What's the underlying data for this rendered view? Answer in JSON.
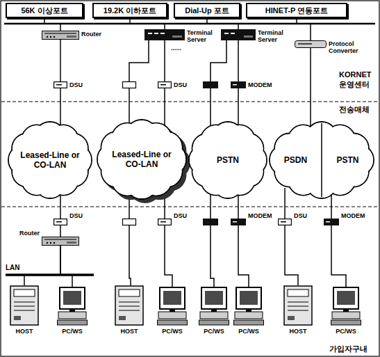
{
  "diagram": {
    "nodes": [
      {
        "text": [
          "56K 이상포트"
        ]
      },
      {
        "text": [
          "19.2K 이하포트"
        ]
      },
      {
        "text": [
          "Dial-Up 포트"
        ]
      },
      {
        "text": [
          "HINET-P 연동포트"
        ]
      },
      {
        "text": [
          "Router"
        ]
      },
      {
        "text": [
          "Terminal Server"
        ]
      },
      {
        "text": [
          "Terminal Server"
        ]
      },
      {
        "text": [
          "Protocol Converter"
        ]
      },
      {
        "text": [
          "DSU"
        ]
      },
      {
        "text": [
          "DSU"
        ]
      },
      {
        "text": [
          "MODEM"
        ]
      },
      {
        "text": [
          "Leased-Line or CO-LAN"
        ]
      },
      {
        "text": [
          "Leased-Line or CO-LAN"
        ]
      },
      {
        "text": [
          "PSTN"
        ]
      },
      {
        "text": [
          "PSDN",
          "PSTN"
        ]
      },
      {
        "text": [
          "DSU"
        ]
      },
      {
        "text": [
          "Router"
        ]
      },
      {
        "text": [
          "HOST"
        ]
      },
      {
        "text": [
          "PC/WS"
        ]
      },
      {
        "text": [
          "DSU"
        ]
      },
      {
        "text": [
          "HOST"
        ]
      },
      {
        "text": [
          "PC/WS"
        ]
      },
      {
        "text": [
          "MODEM"
        ]
      },
      {
        "text": [
          "PC/WS"
        ]
      },
      {
        "text": [
          "PC/WS"
        ]
      },
      {
        "text": [
          "DSU"
        ]
      },
      {
        "text": [
          "MODEM"
        ]
      },
      {
        "text": [
          "HOST"
        ]
      },
      {
        "text": [
          "PC/WS"
        ]
      }
    ],
    "edges": [
      {
        "from": 0,
        "to": 4,
        "arrow": "none"
      },
      {
        "from": 1,
        "to": 5,
        "arrow": "none"
      },
      {
        "from": 2,
        "to": 6,
        "arrow": "none"
      },
      {
        "from": 3,
        "to": 7,
        "arrow": "none"
      },
      {
        "from": 4,
        "to": 8,
        "arrow": "none"
      },
      {
        "from": 8,
        "to": 11,
        "arrow": "none"
      },
      {
        "from": 11,
        "to": 15,
        "arrow": "none"
      },
      {
        "from": 15,
        "to": 16,
        "arrow": "none"
      },
      {
        "from": 16,
        "to": 17,
        "arrow": "none"
      },
      {
        "from": 16,
        "to": 18,
        "arrow": "none"
      },
      {
        "from": 5,
        "to": 9,
        "arrow": "none"
      },
      {
        "from": 9,
        "to": 12,
        "arrow": "none"
      },
      {
        "from": 12,
        "to": 19,
        "arrow": "none"
      },
      {
        "from": 19,
        "to": 21,
        "arrow": "none"
      },
      {
        "from": 6,
        "to": 10,
        "arrow": "none"
      },
      {
        "from": 10,
        "to": 13,
        "arrow": "none"
      },
      {
        "from": 13,
        "to": 22,
        "arrow": "none"
      },
      {
        "from": 22,
        "to": 24,
        "arrow": "none"
      },
      {
        "from": 7,
        "to": 14,
        "arrow": "none"
      },
      {
        "from": 14,
        "to": 25,
        "arrow": "none"
      },
      {
        "from": 14,
        "to": 26,
        "arrow": "none"
      },
      {
        "from": 25,
        "to": 27,
        "arrow": "none"
      },
      {
        "from": 26,
        "to": 28,
        "arrow": "none"
      }
    ],
    "labels": [
      "......",
      "KORNET 운영센터",
      "전송매체",
      "LAN",
      "가입자구내"
    ]
  }
}
